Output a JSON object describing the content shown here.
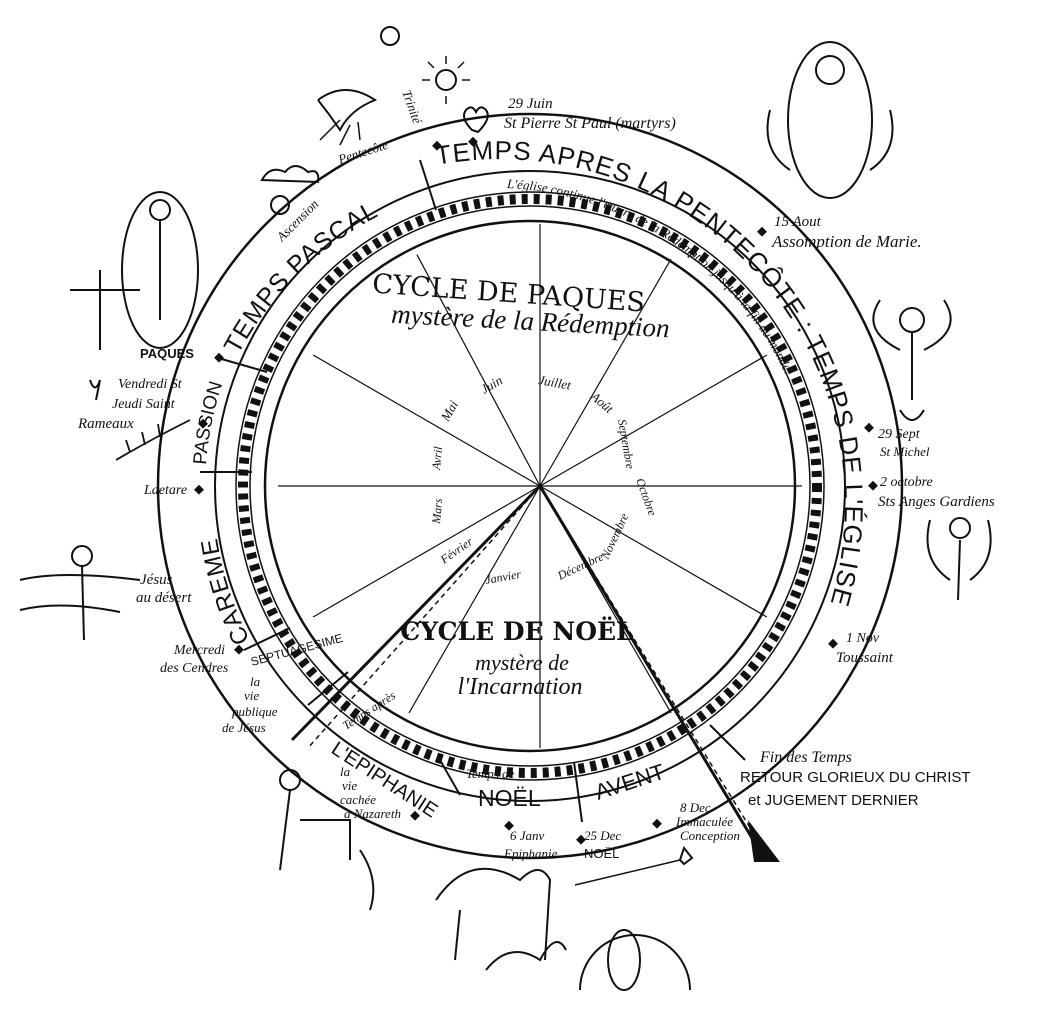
{
  "diagram": {
    "inner_cycles": {
      "easter_title": "CYCLE DE PAQUES",
      "easter_subtitle": "mystère de la Rédemption",
      "christmas_title": "CYCLE DE NOËL",
      "christmas_subtitle_1": "mystère de",
      "christmas_subtitle_2": "l'Incarnation"
    },
    "months": [
      "Mai",
      "Juin",
      "Juillet",
      "Août",
      "Septembre",
      "Octobre",
      "Novembre",
      "Décembre",
      "Janvier",
      "Février",
      "Mars",
      "Avril"
    ],
    "ring_segments": {
      "pentecote_main": "TEMPS APRES LA PENTECÔTE : TEMPS DE L'ÉGLISE",
      "pentecote_sub": "L'église continue l'œuvre de la Rédemption jusqu'à la fin du monde.",
      "pascal": "TEMPS PASCAL",
      "passion": "PASSION",
      "careme": "CAREME",
      "septuagesime": "SEPTUAGESIME",
      "epiphanie_small": "Temps après",
      "epiphanie": "L'EPIPHANIE",
      "noel_small": "Temps de",
      "noel": "NOËL",
      "avent": "AVENT"
    },
    "outer_labels": {
      "trinite": "Trinité",
      "pentecote": "Pentecôte",
      "ascension": "Ascension",
      "paques": "PAQUES",
      "st_pierre_1": "29 Juin",
      "st_pierre_2": "St Pierre St Paul (martyrs)",
      "assomption_1": "15 Aout",
      "assomption_2": "Assomption de Marie.",
      "st_michel_1": "29 Sept",
      "st_michel_2": "St Michel",
      "anges_1": "2 octobre",
      "anges_2": "Sts Anges Gardiens",
      "toussaint_1": "1 Nov",
      "toussaint_2": "Toussaint",
      "fin_1": "Fin des Temps",
      "fin_2": "RETOUR GLORIEUX DU CHRIST",
      "fin_3": "et JUGEMENT DERNIER",
      "immaculee_1": "8 Dec",
      "immaculee_2": "Immaculée",
      "immaculee_3": "Conception",
      "noel_1": "25 Dec",
      "noel_2": "NOËL",
      "epiphanie_1": "6 Janv",
      "epiphanie_2": "Epiphanie",
      "nazareth_1": "la",
      "nazareth_2": "vie",
      "nazareth_3": "cachée",
      "nazareth_4": "à Nazareth",
      "publique_1": "la",
      "publique_2": "vie",
      "publique_3": "publique",
      "publique_4": "de Jésus",
      "mercredi_1": "Mercredi",
      "mercredi_2": "des Cendres",
      "desert_1": "Jésus",
      "desert_2": "au désert",
      "laetare": "Laetare",
      "rameaux": "Rameaux",
      "jeudi": "Jeudi Saint",
      "vendredi": "Vendredi St"
    }
  }
}
